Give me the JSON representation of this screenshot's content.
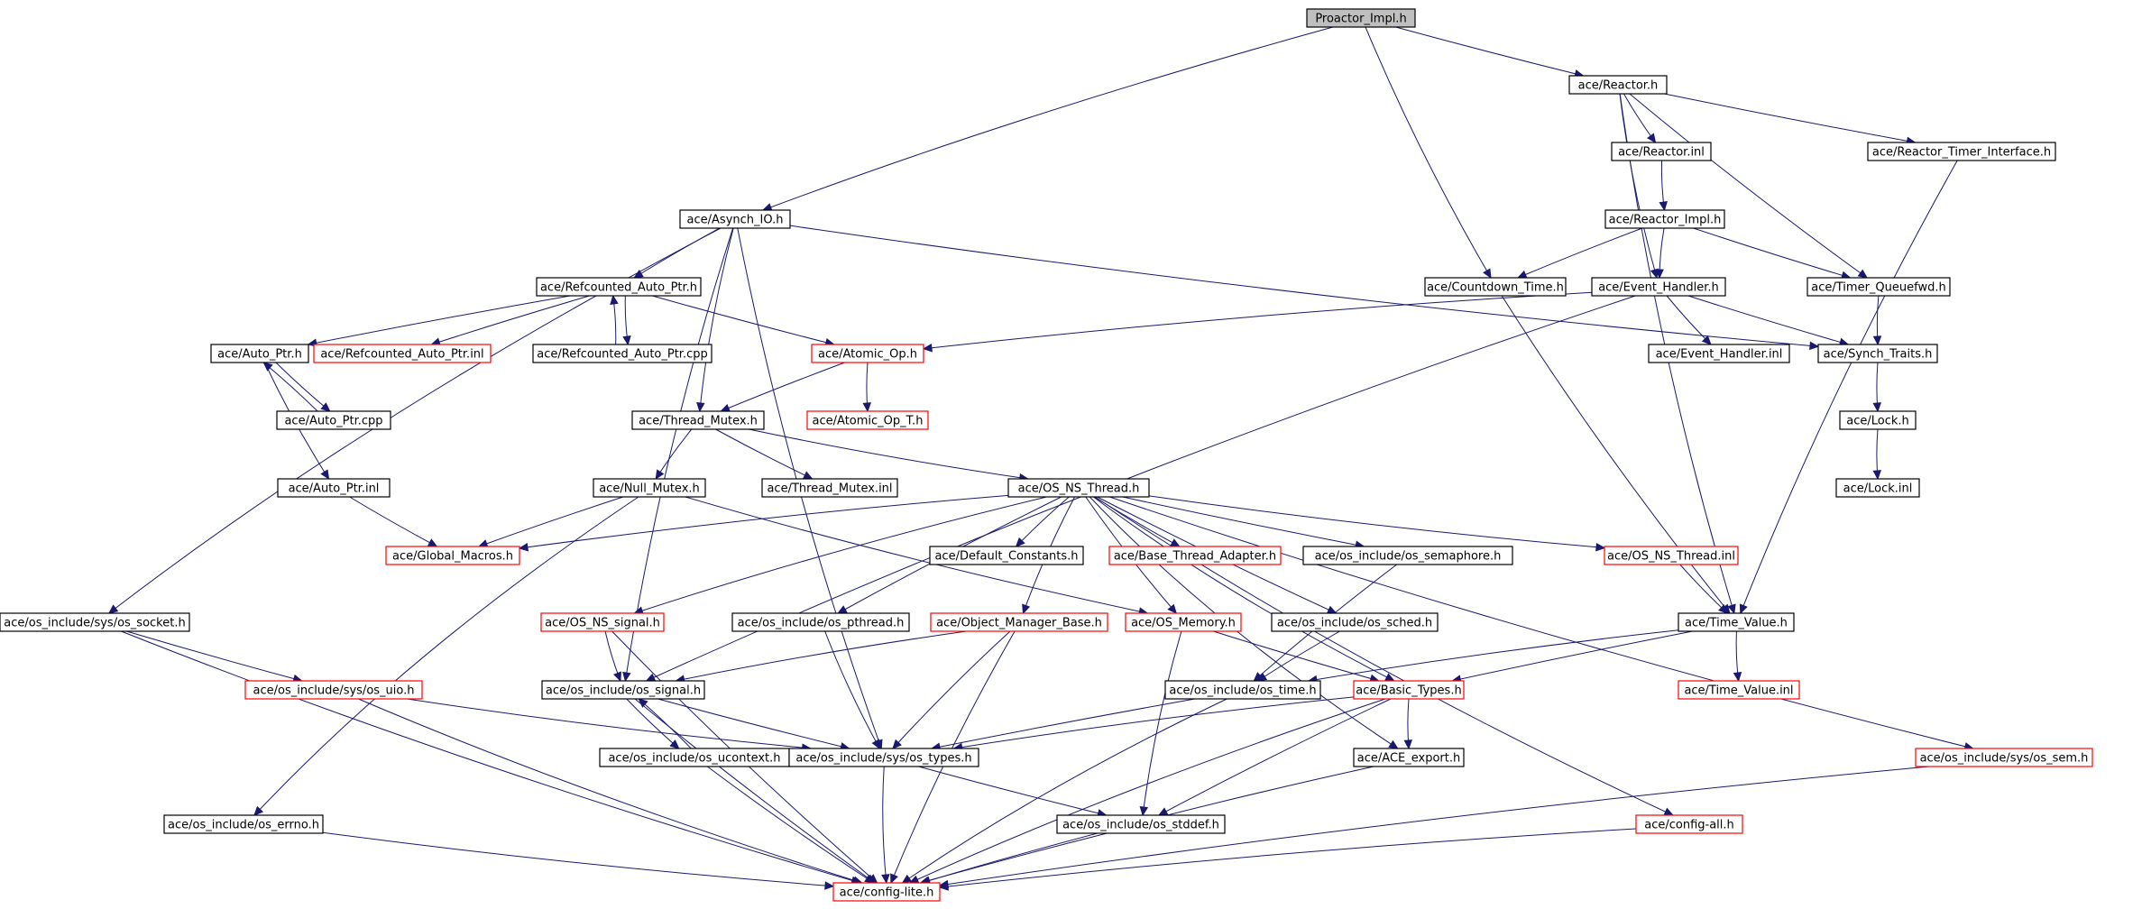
{
  "colors": {
    "edge": "#191970",
    "normal_border": "#000000",
    "incomplete_border": "#ff0000",
    "root_fill": "#bfbfbf"
  },
  "nodes": [
    {
      "id": "proactor_impl_h",
      "label": "Proactor_Impl.h",
      "style": "root"
    },
    {
      "id": "reactor_h",
      "label": "ace/Reactor.h",
      "style": "normal"
    },
    {
      "id": "reactor_inl",
      "label": "ace/Reactor.inl",
      "style": "normal"
    },
    {
      "id": "reactor_timer_interface_h",
      "label": "ace/Reactor_Timer_Interface.h",
      "style": "normal"
    },
    {
      "id": "asynch_io_h",
      "label": "ace/Asynch_IO.h",
      "style": "normal"
    },
    {
      "id": "reactor_impl_h",
      "label": "ace/Reactor_Impl.h",
      "style": "normal"
    },
    {
      "id": "refcounted_auto_ptr_h",
      "label": "ace/Refcounted_Auto_Ptr.h",
      "style": "normal"
    },
    {
      "id": "countdown_time_h",
      "label": "ace/Countdown_Time.h",
      "style": "normal"
    },
    {
      "id": "event_handler_h",
      "label": "ace/Event_Handler.h",
      "style": "normal"
    },
    {
      "id": "timer_queuefwd_h",
      "label": "ace/Timer_Queuefwd.h",
      "style": "normal"
    },
    {
      "id": "auto_ptr_h",
      "label": "ace/Auto_Ptr.h",
      "style": "normal"
    },
    {
      "id": "refcounted_auto_ptr_inl",
      "label": "ace/Refcounted_Auto_Ptr.inl",
      "style": "red"
    },
    {
      "id": "refcounted_auto_ptr_cpp",
      "label": "ace/Refcounted_Auto_Ptr.cpp",
      "style": "normal"
    },
    {
      "id": "atomic_op_h",
      "label": "ace/Atomic_Op.h",
      "style": "red"
    },
    {
      "id": "event_handler_inl",
      "label": "ace/Event_Handler.inl",
      "style": "normal"
    },
    {
      "id": "synch_traits_h",
      "label": "ace/Synch_Traits.h",
      "style": "normal"
    },
    {
      "id": "auto_ptr_cpp",
      "label": "ace/Auto_Ptr.cpp",
      "style": "normal"
    },
    {
      "id": "thread_mutex_h",
      "label": "ace/Thread_Mutex.h",
      "style": "normal"
    },
    {
      "id": "atomic_op_t_h",
      "label": "ace/Atomic_Op_T.h",
      "style": "red"
    },
    {
      "id": "lock_h",
      "label": "ace/Lock.h",
      "style": "normal"
    },
    {
      "id": "auto_ptr_inl",
      "label": "ace/Auto_Ptr.inl",
      "style": "normal"
    },
    {
      "id": "null_mutex_h",
      "label": "ace/Null_Mutex.h",
      "style": "normal"
    },
    {
      "id": "thread_mutex_inl",
      "label": "ace/Thread_Mutex.inl",
      "style": "normal"
    },
    {
      "id": "os_ns_thread_h",
      "label": "ace/OS_NS_Thread.h",
      "style": "normal"
    },
    {
      "id": "lock_inl",
      "label": "ace/Lock.inl",
      "style": "normal"
    },
    {
      "id": "global_macros_h",
      "label": "ace/Global_Macros.h",
      "style": "red"
    },
    {
      "id": "default_constants_h",
      "label": "ace/Default_Constants.h",
      "style": "normal"
    },
    {
      "id": "base_thread_adapter_h",
      "label": "ace/Base_Thread_Adapter.h",
      "style": "red"
    },
    {
      "id": "os_semaphore_h",
      "label": "ace/os_include/os_semaphore.h",
      "style": "normal"
    },
    {
      "id": "os_ns_thread_inl",
      "label": "ace/OS_NS_Thread.inl",
      "style": "red"
    },
    {
      "id": "os_socket_h",
      "label": "ace/os_include/sys/os_socket.h",
      "style": "normal"
    },
    {
      "id": "os_ns_signal_h",
      "label": "ace/OS_NS_signal.h",
      "style": "red"
    },
    {
      "id": "os_pthread_h",
      "label": "ace/os_include/os_pthread.h",
      "style": "normal"
    },
    {
      "id": "object_manager_base_h",
      "label": "ace/Object_Manager_Base.h",
      "style": "red"
    },
    {
      "id": "os_memory_h",
      "label": "ace/OS_Memory.h",
      "style": "red"
    },
    {
      "id": "os_sched_h",
      "label": "ace/os_include/os_sched.h",
      "style": "normal"
    },
    {
      "id": "time_value_h",
      "label": "ace/Time_Value.h",
      "style": "normal"
    },
    {
      "id": "os_uio_h",
      "label": "ace/os_include/sys/os_uio.h",
      "style": "red"
    },
    {
      "id": "os_signal_h",
      "label": "ace/os_include/os_signal.h",
      "style": "normal"
    },
    {
      "id": "os_time_h",
      "label": "ace/os_include/os_time.h",
      "style": "normal"
    },
    {
      "id": "basic_types_h",
      "label": "ace/Basic_Types.h",
      "style": "red"
    },
    {
      "id": "time_value_inl",
      "label": "ace/Time_Value.inl",
      "style": "red"
    },
    {
      "id": "os_ucontext_h",
      "label": "ace/os_include/os_ucontext.h",
      "style": "normal"
    },
    {
      "id": "os_types_h",
      "label": "ace/os_include/sys/os_types.h",
      "style": "normal"
    },
    {
      "id": "ace_export_h",
      "label": "ace/ACE_export.h",
      "style": "normal"
    },
    {
      "id": "os_sem_h",
      "label": "ace/os_include/sys/os_sem.h",
      "style": "red"
    },
    {
      "id": "os_errno_h",
      "label": "ace/os_include/os_errno.h",
      "style": "normal"
    },
    {
      "id": "os_stddef_h",
      "label": "ace/os_include/os_stddef.h",
      "style": "normal"
    },
    {
      "id": "config_all_h",
      "label": "ace/config-all.h",
      "style": "red"
    },
    {
      "id": "config_lite_h",
      "label": "ace/config-lite.h",
      "style": "red"
    }
  ],
  "edges": [
    [
      "proactor_impl_h",
      "asynch_io_h"
    ],
    [
      "proactor_impl_h",
      "reactor_h"
    ],
    [
      "proactor_impl_h",
      "countdown_time_h"
    ],
    [
      "reactor_h",
      "reactor_inl"
    ],
    [
      "reactor_h",
      "reactor_timer_interface_h"
    ],
    [
      "reactor_h",
      "event_handler_h"
    ],
    [
      "reactor_h",
      "timer_queuefwd_h"
    ],
    [
      "reactor_h",
      "time_value_h"
    ],
    [
      "reactor_inl",
      "reactor_impl_h"
    ],
    [
      "reactor_impl_h",
      "countdown_time_h"
    ],
    [
      "reactor_impl_h",
      "event_handler_h"
    ],
    [
      "reactor_impl_h",
      "timer_queuefwd_h"
    ],
    [
      "reactor_timer_interface_h",
      "time_value_h"
    ],
    [
      "asynch_io_h",
      "refcounted_auto_ptr_h"
    ],
    [
      "asynch_io_h",
      "thread_mutex_h"
    ],
    [
      "asynch_io_h",
      "os_socket_h"
    ],
    [
      "asynch_io_h",
      "os_signal_h"
    ],
    [
      "asynch_io_h",
      "os_types_h"
    ],
    [
      "asynch_io_h",
      "synch_traits_h"
    ],
    [
      "refcounted_auto_ptr_h",
      "auto_ptr_h"
    ],
    [
      "refcounted_auto_ptr_h",
      "refcounted_auto_ptr_inl"
    ],
    [
      "refcounted_auto_ptr_h",
      "refcounted_auto_ptr_cpp"
    ],
    [
      "refcounted_auto_ptr_h",
      "atomic_op_h"
    ],
    [
      "refcounted_auto_ptr_cpp",
      "refcounted_auto_ptr_h"
    ],
    [
      "countdown_time_h",
      "time_value_h"
    ],
    [
      "event_handler_h",
      "event_handler_inl"
    ],
    [
      "event_handler_h",
      "atomic_op_h"
    ],
    [
      "event_handler_h",
      "synch_traits_h"
    ],
    [
      "event_handler_h",
      "os_signal_h"
    ],
    [
      "timer_queuefwd_h",
      "synch_traits_h"
    ],
    [
      "synch_traits_h",
      "lock_h"
    ],
    [
      "lock_h",
      "lock_inl"
    ],
    [
      "auto_ptr_h",
      "auto_ptr_cpp"
    ],
    [
      "auto_ptr_h",
      "auto_ptr_inl"
    ],
    [
      "auto_ptr_cpp",
      "auto_ptr_h"
    ],
    [
      "auto_ptr_inl",
      "global_macros_h"
    ],
    [
      "atomic_op_h",
      "thread_mutex_h"
    ],
    [
      "atomic_op_h",
      "atomic_op_t_h"
    ],
    [
      "thread_mutex_h",
      "null_mutex_h"
    ],
    [
      "thread_mutex_h",
      "thread_mutex_inl"
    ],
    [
      "thread_mutex_h",
      "os_ns_thread_h"
    ],
    [
      "null_mutex_h",
      "global_macros_h"
    ],
    [
      "null_mutex_h",
      "os_errno_h"
    ],
    [
      "null_mutex_h",
      "os_memory_h"
    ],
    [
      "os_ns_thread_h",
      "global_macros_h"
    ],
    [
      "os_ns_thread_h",
      "default_constants_h"
    ],
    [
      "os_ns_thread_h",
      "base_thread_adapter_h"
    ],
    [
      "os_ns_thread_h",
      "os_semaphore_h"
    ],
    [
      "os_ns_thread_h",
      "os_ns_thread_inl"
    ],
    [
      "os_ns_thread_h",
      "os_ns_signal_h"
    ],
    [
      "os_ns_thread_h",
      "os_pthread_h"
    ],
    [
      "os_ns_thread_h",
      "object_manager_base_h"
    ],
    [
      "os_ns_thread_h",
      "os_memory_h"
    ],
    [
      "os_ns_thread_h",
      "os_sched_h"
    ],
    [
      "os_ns_thread_h",
      "basic_types_h"
    ],
    [
      "os_ns_thread_h",
      "ace_export_h"
    ],
    [
      "os_ns_thread_h",
      "os_sem_h"
    ],
    [
      "os_ns_thread_h",
      "config_all_h"
    ],
    [
      "os_ns_thread_inl",
      "time_value_h"
    ],
    [
      "os_semaphore_h",
      "os_time_h"
    ],
    [
      "time_value_h",
      "time_value_inl"
    ],
    [
      "time_value_h",
      "os_time_h"
    ],
    [
      "time_value_h",
      "basic_types_h"
    ],
    [
      "os_socket_h",
      "os_uio_h"
    ],
    [
      "os_socket_h",
      "config_lite_h"
    ],
    [
      "os_uio_h",
      "os_types_h"
    ],
    [
      "os_uio_h",
      "config_lite_h"
    ],
    [
      "os_ns_signal_h",
      "os_signal_h"
    ],
    [
      "os_ns_signal_h",
      "config_lite_h"
    ],
    [
      "os_pthread_h",
      "os_types_h"
    ],
    [
      "object_manager_base_h",
      "os_signal_h"
    ],
    [
      "object_manager_base_h",
      "os_types_h"
    ],
    [
      "object_manager_base_h",
      "config_lite_h"
    ],
    [
      "os_memory_h",
      "basic_types_h"
    ],
    [
      "os_memory_h",
      "os_stddef_h"
    ],
    [
      "os_sched_h",
      "os_time_h"
    ],
    [
      "os_signal_h",
      "os_types_h"
    ],
    [
      "os_signal_h",
      "os_ucontext_h"
    ],
    [
      "os_signal_h",
      "config_lite_h"
    ],
    [
      "os_ucontext_h",
      "os_signal_h"
    ],
    [
      "os_ucontext_h",
      "config_lite_h"
    ],
    [
      "os_time_h",
      "os_types_h"
    ],
    [
      "os_time_h",
      "config_lite_h"
    ],
    [
      "basic_types_h",
      "ace_export_h"
    ],
    [
      "basic_types_h",
      "os_types_h"
    ],
    [
      "basic_types_h",
      "os_stddef_h"
    ],
    [
      "basic_types_h",
      "config_lite_h"
    ],
    [
      "os_types_h",
      "os_stddef_h"
    ],
    [
      "os_types_h",
      "config_lite_h"
    ],
    [
      "ace_export_h",
      "config_lite_h"
    ],
    [
      "os_sem_h",
      "config_lite_h"
    ],
    [
      "os_errno_h",
      "config_lite_h"
    ],
    [
      "os_stddef_h",
      "config_lite_h"
    ],
    [
      "config_all_h",
      "config_lite_h"
    ]
  ]
}
